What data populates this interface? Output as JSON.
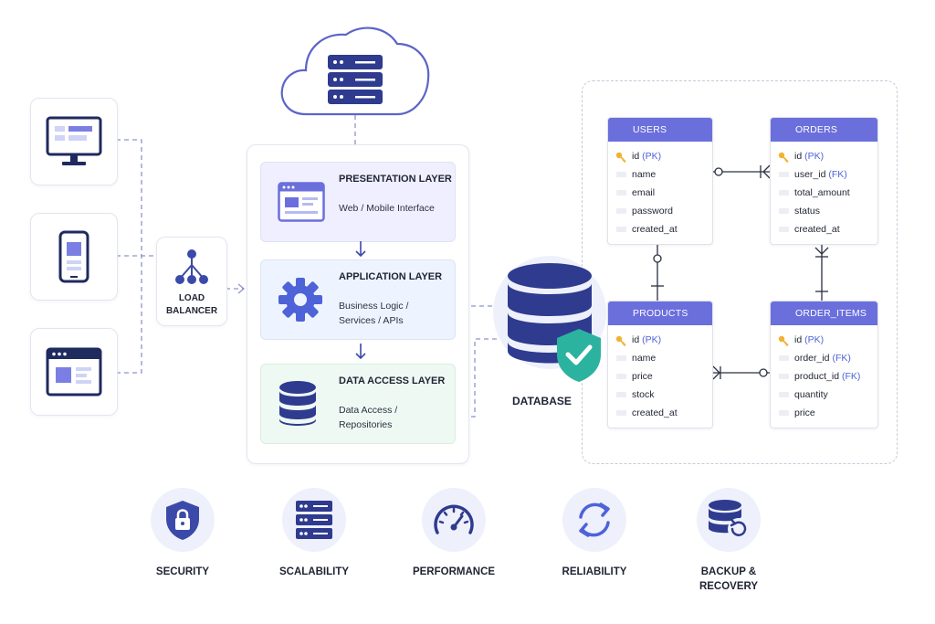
{
  "diagram": {
    "load_balancer": {
      "label": "LOAD\nBALANCER",
      "icon": "network-tree-icon"
    },
    "clients": [
      {
        "name": "desktop",
        "icon": "desktop-monitor-icon"
      },
      {
        "name": "mobile",
        "icon": "mobile-phone-icon"
      },
      {
        "name": "browser",
        "icon": "browser-window-icon"
      }
    ],
    "cloud": {
      "icon": "cloud-server-icon"
    },
    "layers": {
      "presentation": {
        "title": "PRESENTATION LAYER",
        "desc": "Web / Mobile Interface",
        "icon": "browser-window-icon"
      },
      "application": {
        "title": "APPLICATION LAYER",
        "desc": "Business Logic /\nServices / APIs",
        "icon": "gear-icon"
      },
      "data_access": {
        "title": "DATA ACCESS LAYER",
        "desc": "Data Access /\nRepositories",
        "icon": "database-icon"
      }
    },
    "database": {
      "label": "DATABASE",
      "icon": "database-shield-icon"
    },
    "tables": {
      "users": {
        "name": "USERS",
        "rows": [
          {
            "field": "id",
            "tag": "(PK)",
            "key": true
          },
          {
            "field": "name",
            "tag": "",
            "key": false
          },
          {
            "field": "email",
            "tag": "",
            "key": false
          },
          {
            "field": "password",
            "tag": "",
            "key": false
          },
          {
            "field": "created_at",
            "tag": "",
            "key": false
          }
        ]
      },
      "orders": {
        "name": "ORDERS",
        "rows": [
          {
            "field": "id",
            "tag": "(PK)",
            "key": true
          },
          {
            "field": "user_id",
            "tag": "(FK)",
            "key": false
          },
          {
            "field": "total_amount",
            "tag": "",
            "key": false
          },
          {
            "field": "status",
            "tag": "",
            "key": false
          },
          {
            "field": "created_at",
            "tag": "",
            "key": false
          }
        ]
      },
      "products": {
        "name": "PRODUCTS",
        "rows": [
          {
            "field": "id",
            "tag": "(PK)",
            "key": true
          },
          {
            "field": "name",
            "tag": "",
            "key": false
          },
          {
            "field": "price",
            "tag": "",
            "key": false
          },
          {
            "field": "stock",
            "tag": "",
            "key": false
          },
          {
            "field": "created_at",
            "tag": "",
            "key": false
          }
        ]
      },
      "order_items": {
        "name": "ORDER_ITEMS",
        "rows": [
          {
            "field": "id",
            "tag": "(PK)",
            "key": true
          },
          {
            "field": "order_id",
            "tag": "(FK)",
            "key": false
          },
          {
            "field": "product_id",
            "tag": "(FK)",
            "key": false
          },
          {
            "field": "quantity",
            "tag": "",
            "key": false
          },
          {
            "field": "price",
            "tag": "",
            "key": false
          }
        ]
      }
    },
    "features": [
      {
        "label": "SECURITY",
        "icon": "shield-lock-icon"
      },
      {
        "label": "SCALABILITY",
        "icon": "server-rack-icon"
      },
      {
        "label": "PERFORMANCE",
        "icon": "speedometer-icon"
      },
      {
        "label": "RELIABILITY",
        "icon": "refresh-cycle-icon"
      },
      {
        "label": "BACKUP &\nRECOVERY",
        "icon": "database-backup-icon"
      }
    ],
    "colors": {
      "primary": "#3b4aa8",
      "accent": "#6b6fdc",
      "connector": "#8e95c9",
      "shield": "#2bb3a0"
    }
  }
}
